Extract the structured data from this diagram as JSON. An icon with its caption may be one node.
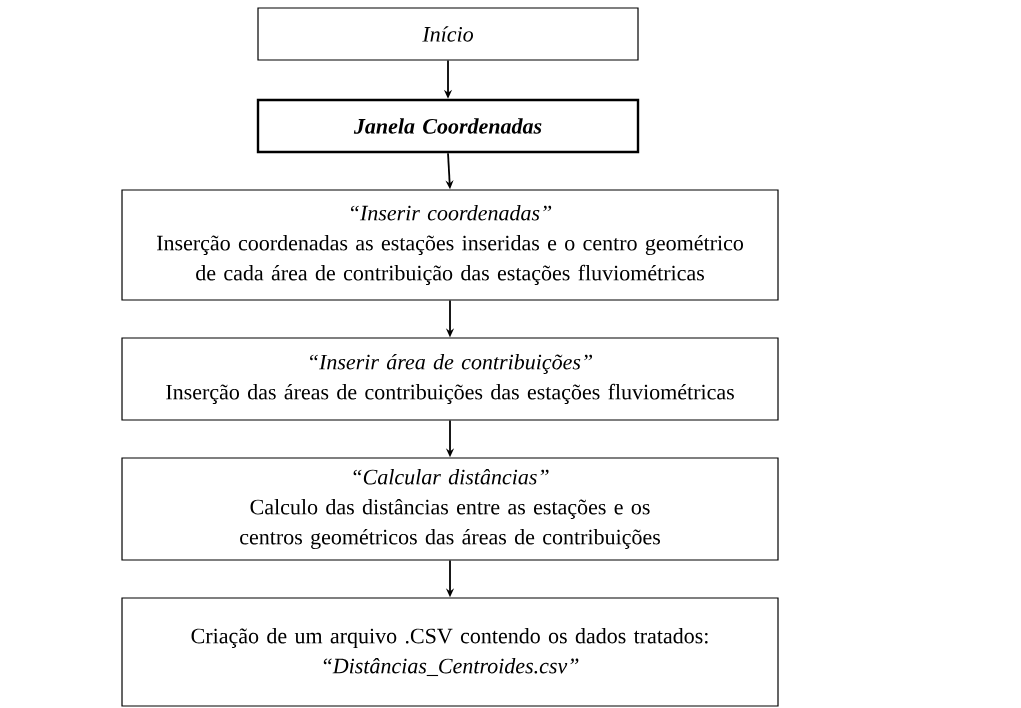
{
  "diagram": {
    "nodes": [
      {
        "text": [
          "Início"
        ]
      },
      {
        "text": [
          "Janela Coordenadas"
        ]
      },
      {
        "text": [
          "“Inserir coordenadas”",
          "Inserção coordenadas as estações inseridas e o centro geométrico de cada área de contribuição das estações fluviométricas"
        ]
      },
      {
        "text": [
          "“Inserir área de contribuições”",
          "Inserção das áreas de contribuições das estações fluviométricas"
        ]
      },
      {
        "text": [
          "“Calcular distâncias”",
          "Calculo das distâncias entre as estações e os centros geométricos das áreas de contribuições"
        ]
      },
      {
        "text": [
          "Criação de um arquivo .CSV contendo os dados tratados:",
          "“Distâncias_Centroides.csv”"
        ]
      }
    ],
    "edges": [
      {
        "from": 0,
        "to": 1,
        "arrow": "to"
      },
      {
        "from": 1,
        "to": 2,
        "arrow": "to"
      },
      {
        "from": 2,
        "to": 3,
        "arrow": "to"
      },
      {
        "from": 3,
        "to": 4,
        "arrow": "to"
      },
      {
        "from": 4,
        "to": 5,
        "arrow": "to"
      }
    ]
  }
}
